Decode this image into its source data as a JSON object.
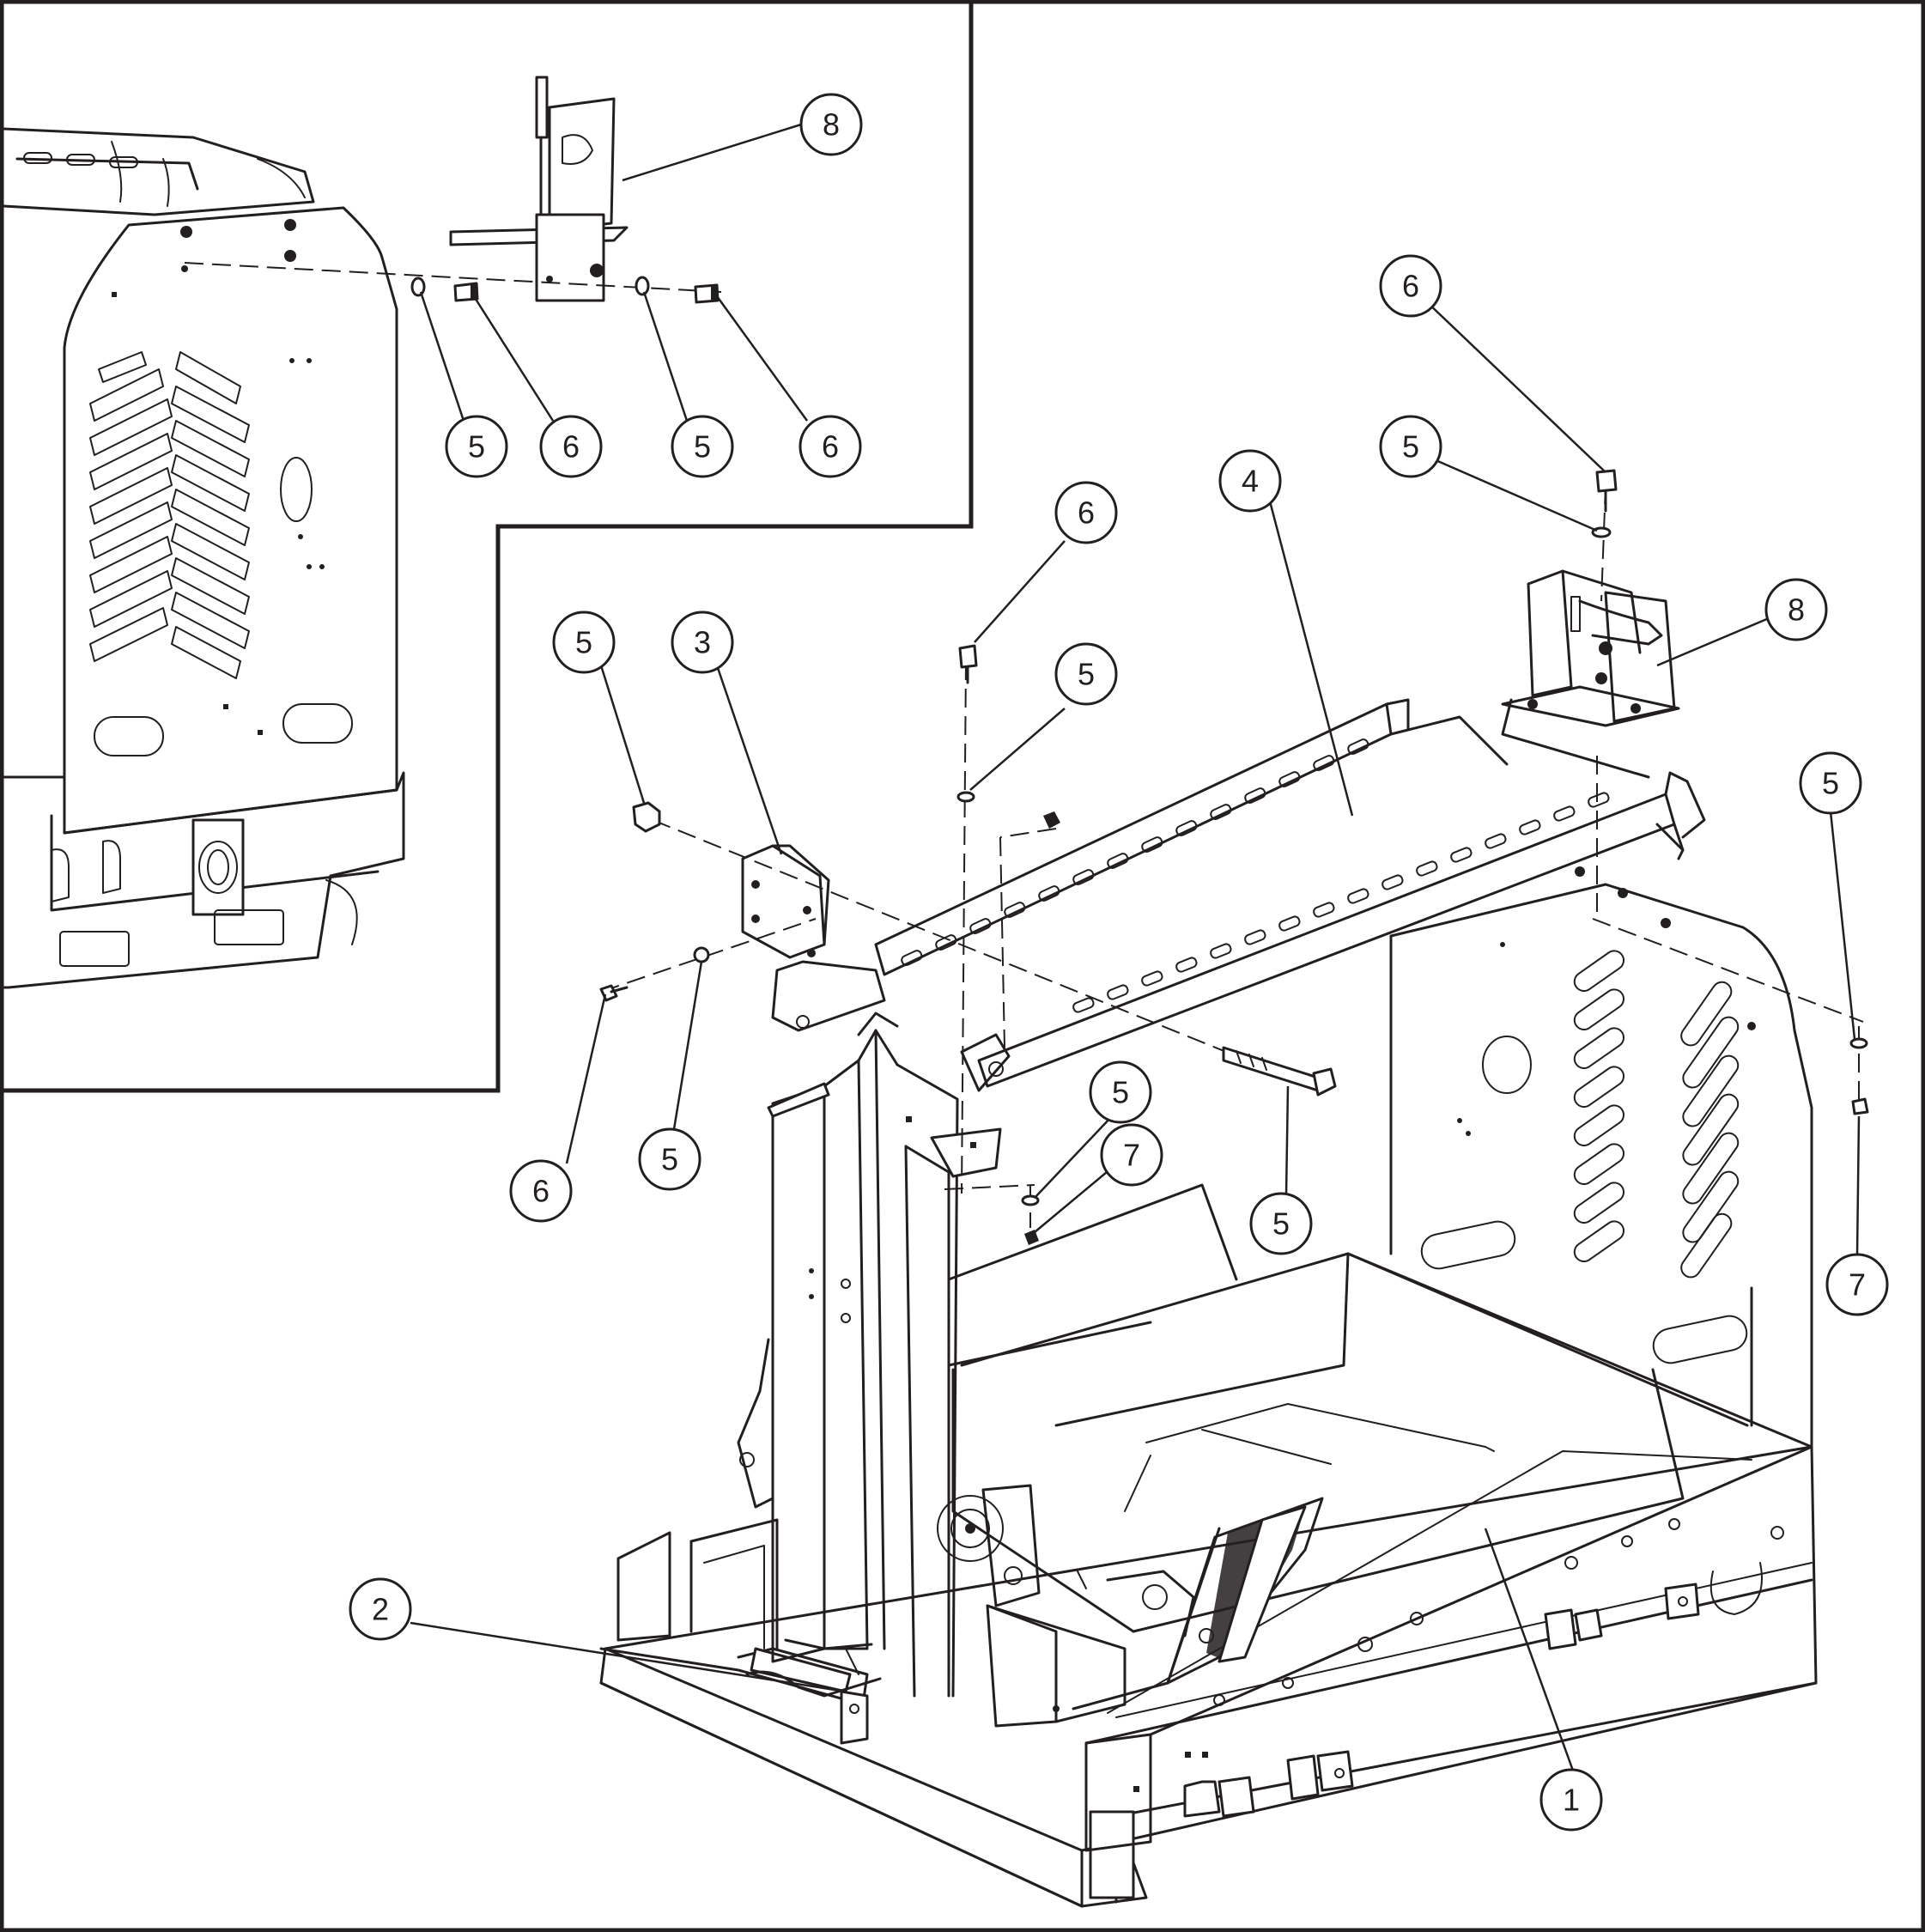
{
  "callouts": [
    {
      "label": "8"
    },
    {
      "label": "5"
    },
    {
      "label": "6"
    },
    {
      "label": "5"
    },
    {
      "label": "6"
    },
    {
      "label": "6"
    },
    {
      "label": "5"
    },
    {
      "label": "4"
    },
    {
      "label": "6"
    },
    {
      "label": "8"
    },
    {
      "label": "5"
    },
    {
      "label": "3"
    },
    {
      "label": "5"
    },
    {
      "label": "5"
    },
    {
      "label": "6"
    },
    {
      "label": "5"
    },
    {
      "label": "5"
    },
    {
      "label": "7"
    },
    {
      "label": "5"
    },
    {
      "label": "7"
    },
    {
      "label": "2"
    },
    {
      "label": "1"
    }
  ]
}
